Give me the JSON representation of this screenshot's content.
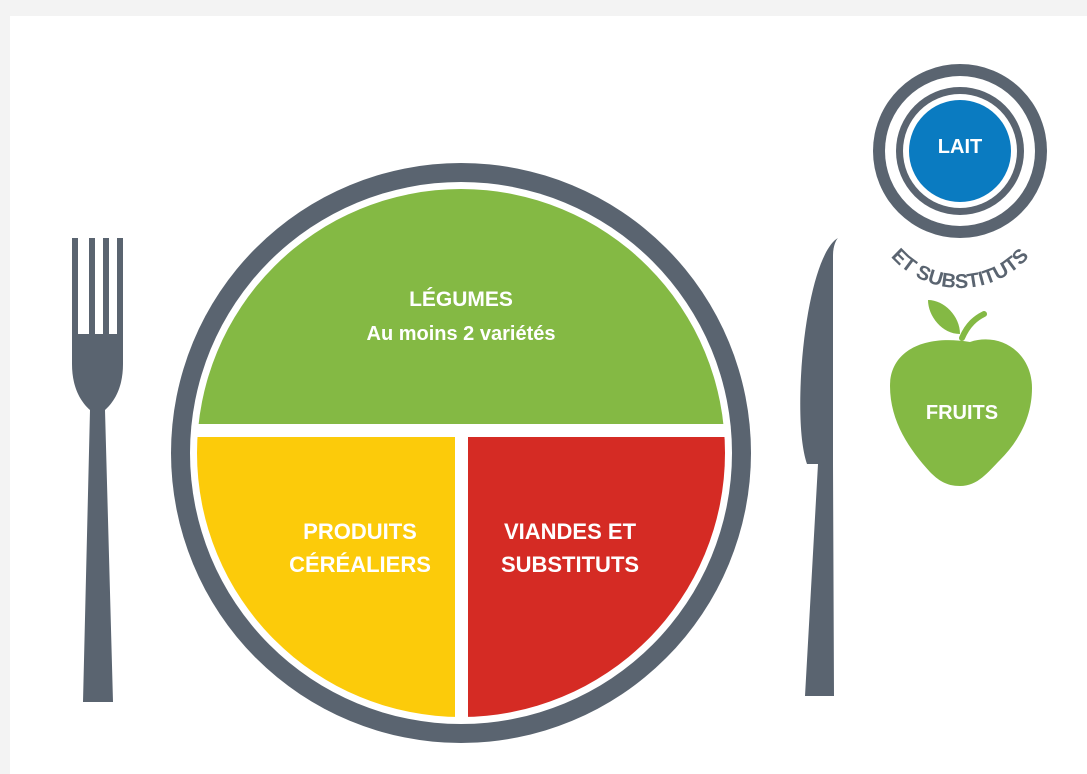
{
  "plate": {
    "vegetables": {
      "title": "LÉGUMES",
      "subtitle": "Au moins 2 variétés"
    },
    "grains": {
      "line1": "PRODUITS",
      "line2": "CÉRÉALIERS"
    },
    "meat": {
      "line1": "VIANDES ET",
      "line2": "SUBSTITUTS"
    }
  },
  "milk": {
    "label": "LAIT",
    "arc_text": "ET SUBSTITUTS"
  },
  "fruit": {
    "label": "FRUITS"
  },
  "colors": {
    "plate_rim": "#5a6470",
    "vegetables": "#84b944",
    "grains": "#fccb0a",
    "meat": "#d52b24",
    "milk": "#0a7bc1",
    "fruit": "#84b944",
    "utensils": "#5a6470"
  }
}
